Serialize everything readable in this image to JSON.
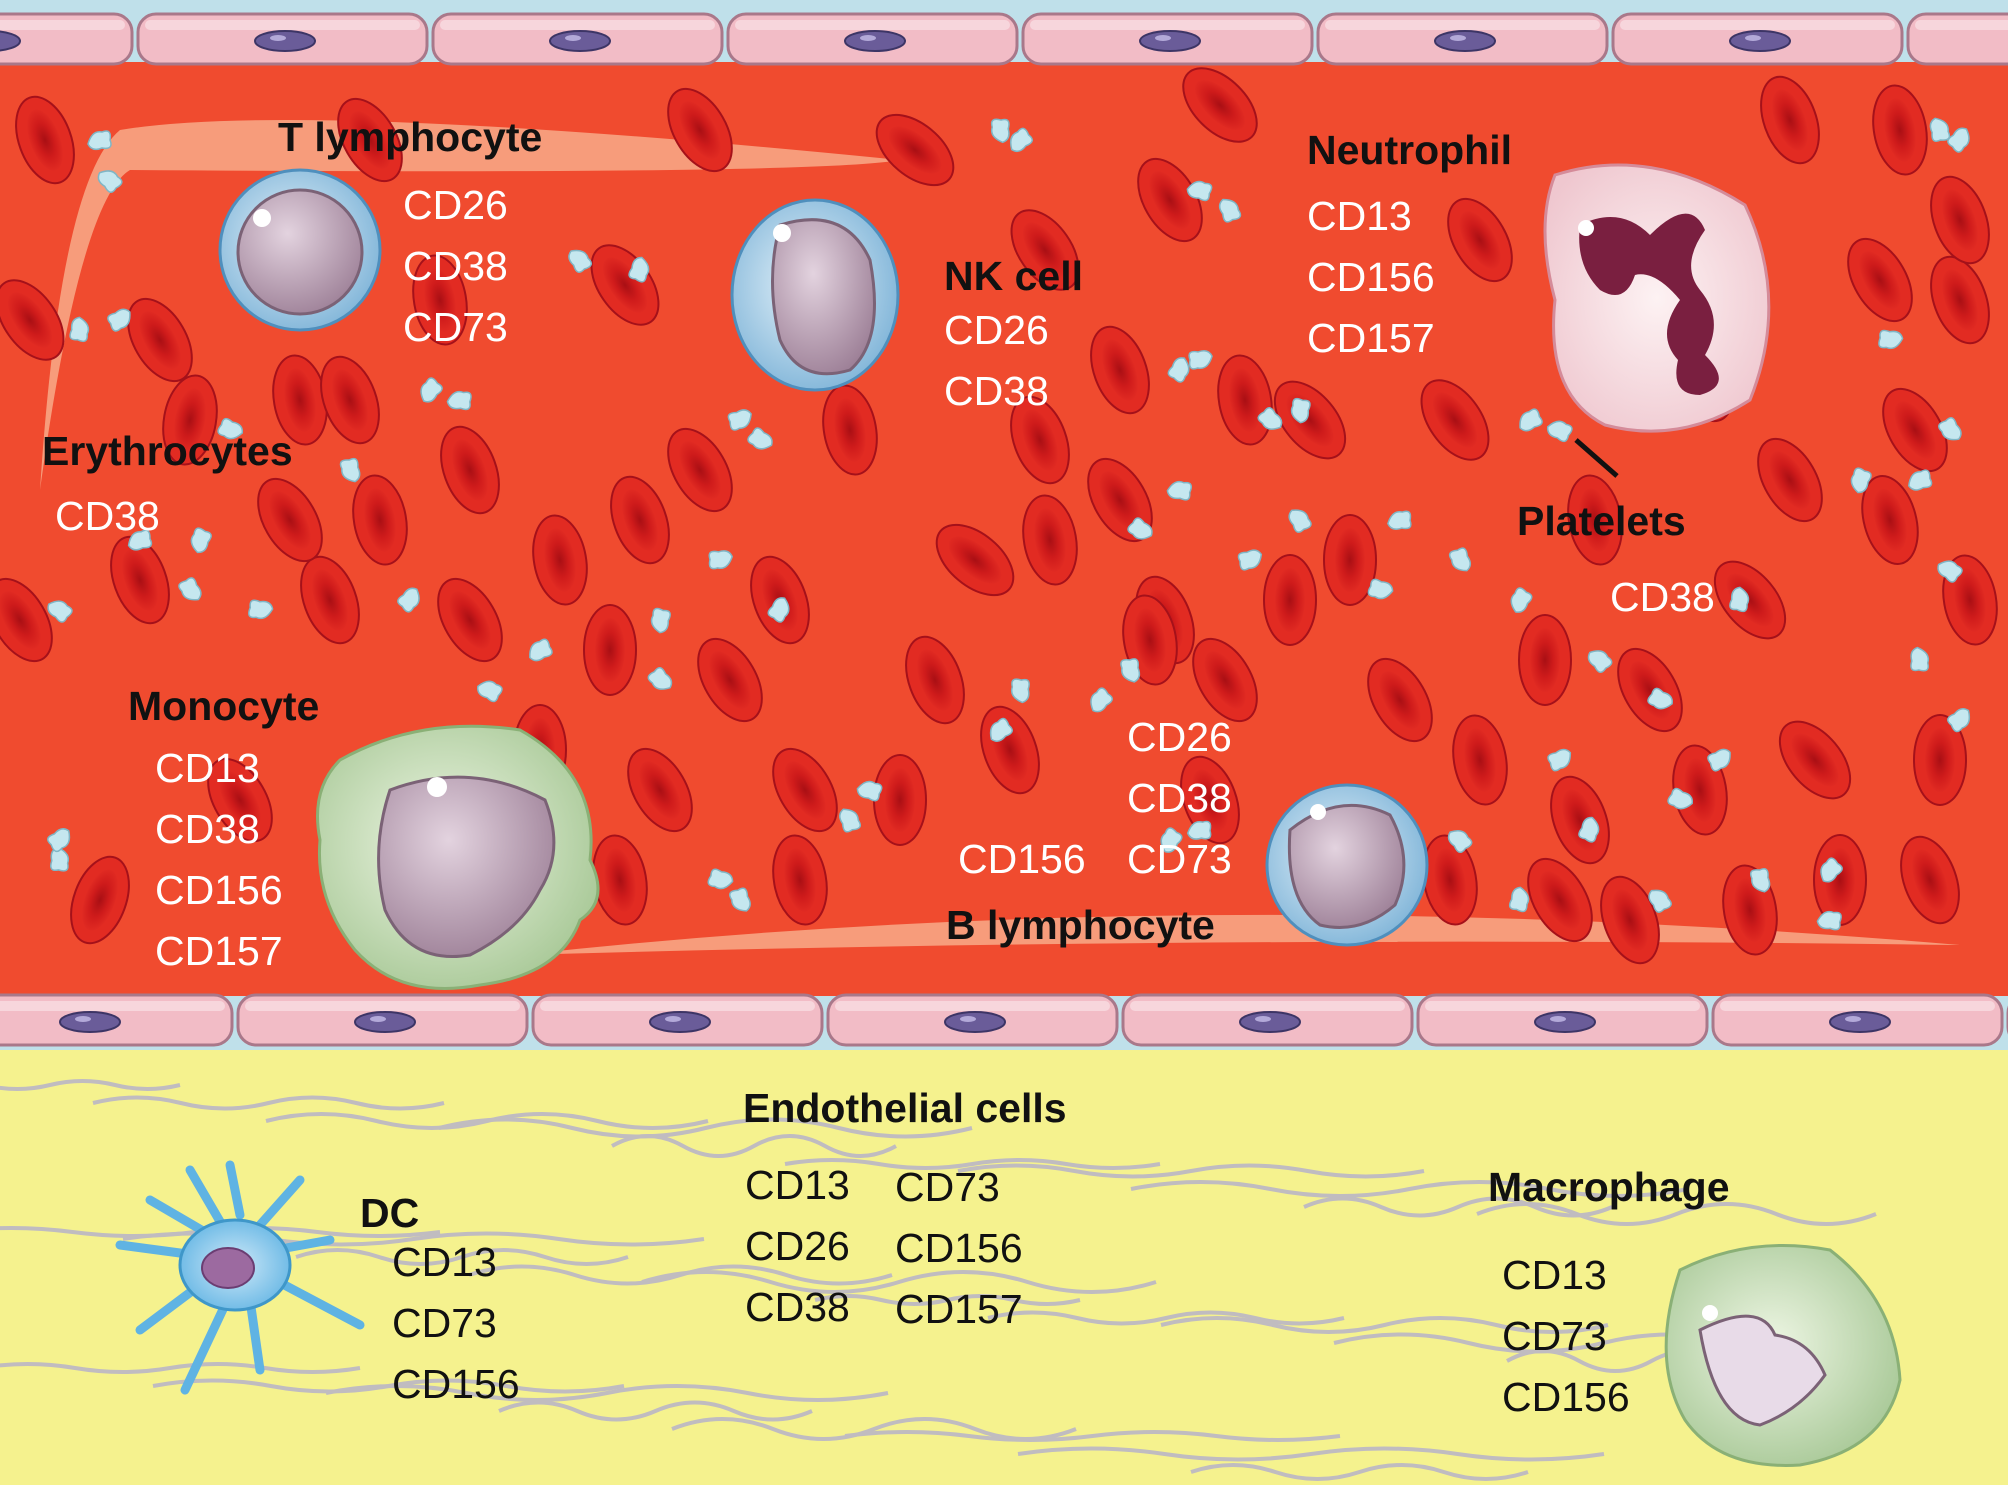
{
  "colors": {
    "blood_plasma": "#f04b2f",
    "erythrocyte": "#d81e1e",
    "platelet": "#bfe5ee",
    "endothelium": "#f1b9c2",
    "endothelial_nucleus": "#6b5d9a",
    "tissue": "#f5f28e",
    "fiber": "#b8b4c8",
    "marker_text_in_vessel": "#ffffff",
    "marker_text_in_tissue": "#111111"
  },
  "cells": {
    "t_lymphocyte": {
      "name": "T lymphocyte",
      "markers": [
        "CD26",
        "CD38",
        "CD73"
      ]
    },
    "nk_cell": {
      "name": "NK cell",
      "markers": [
        "CD26",
        "CD38"
      ]
    },
    "neutrophil": {
      "name": "Neutrophil",
      "markers": [
        "CD13",
        "CD156",
        "CD157"
      ]
    },
    "erythrocytes": {
      "name": "Erythrocytes",
      "markers": [
        "CD38"
      ]
    },
    "platelets": {
      "name": "Platelets",
      "markers": [
        "CD38"
      ]
    },
    "monocyte": {
      "name": "Monocyte",
      "markers": [
        "CD13",
        "CD38",
        "CD156",
        "CD157"
      ]
    },
    "b_lymphocyte": {
      "name": "B lymphocyte",
      "markers_left": [
        "CD156"
      ],
      "markers_right": [
        "CD26",
        "CD38",
        "CD73"
      ]
    },
    "endothelial_cells": {
      "name": "Endothelial cells",
      "markers_col1": [
        "CD13",
        "CD26",
        "CD38"
      ],
      "markers_col2": [
        "CD73",
        "CD156",
        "CD157"
      ]
    },
    "dc": {
      "name": "DC",
      "markers": [
        "CD13",
        "CD73",
        "CD156"
      ]
    },
    "macrophage": {
      "name": "Macrophage",
      "markers": [
        "CD13",
        "CD73",
        "CD156"
      ]
    }
  }
}
